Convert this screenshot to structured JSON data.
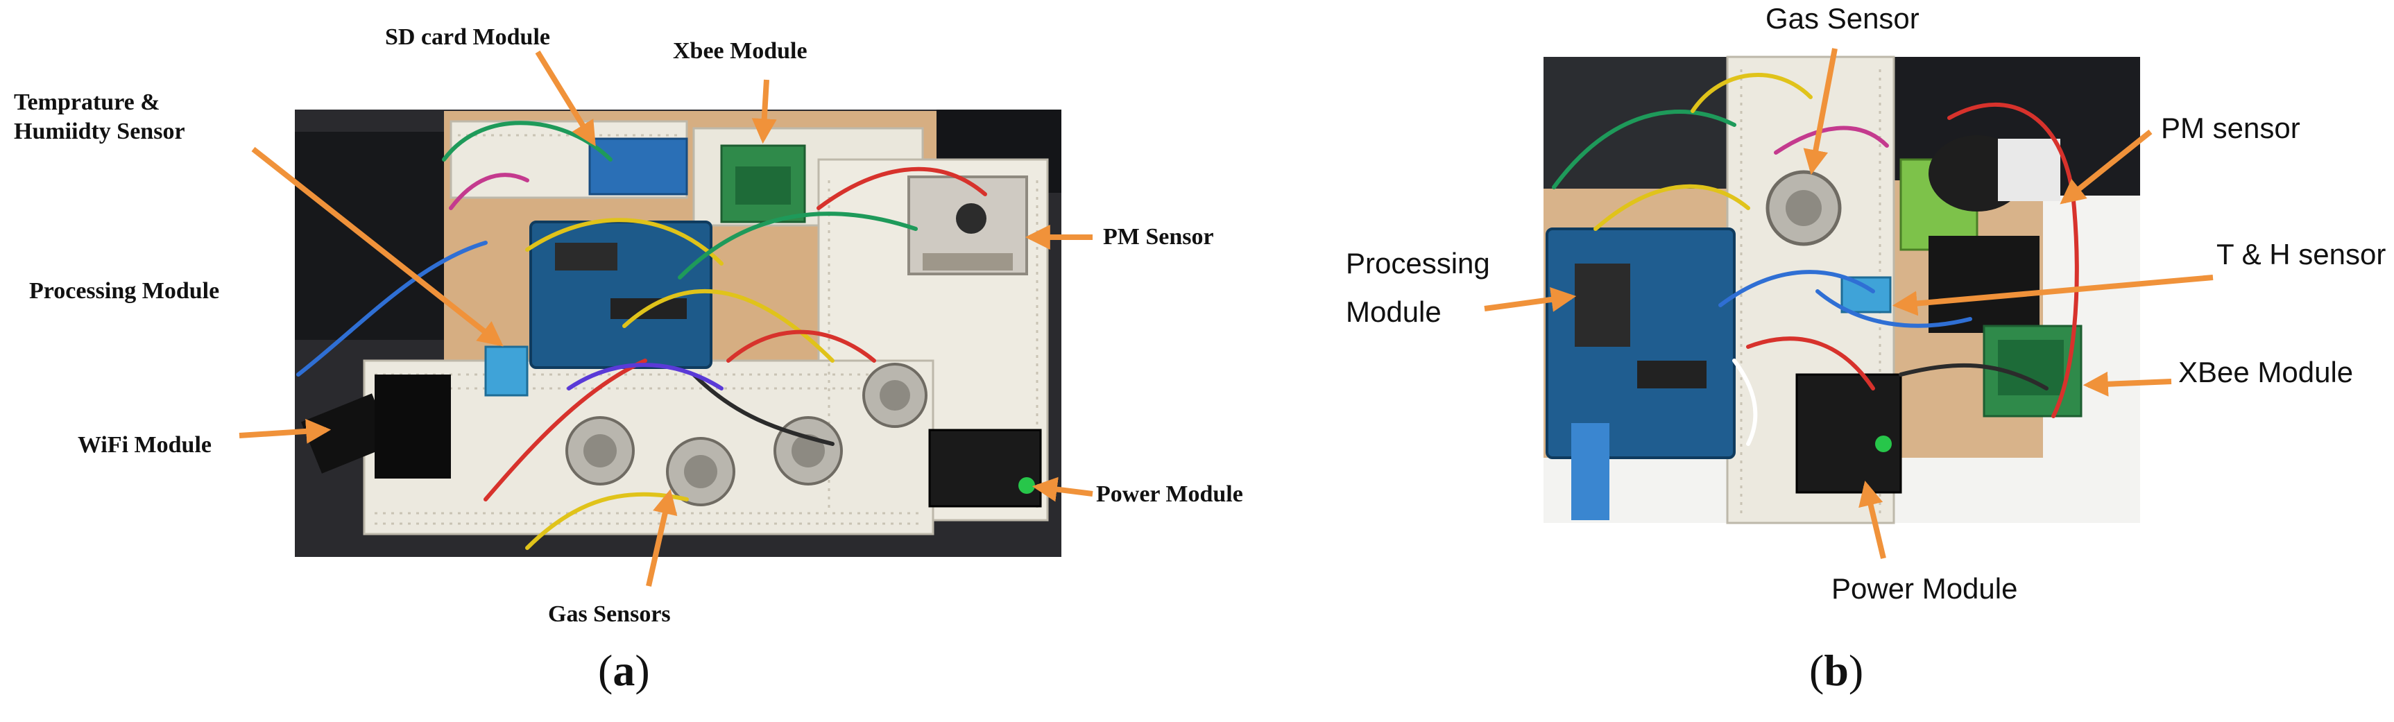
{
  "panel_a": {
    "labels": {
      "sd_card": "SD card Module",
      "xbee": "Xbee Module",
      "temp_humidity_line1": "Temprature &",
      "temp_humidity_line2": "Humiidty Sensor",
      "processing": "Processing Module",
      "wifi": "WiFi Module",
      "pm_sensor": "PM Sensor",
      "power": "Power Module",
      "gas_sensors": "Gas Sensors"
    },
    "caption_open": "(",
    "caption_letter": "a",
    "caption_close": ")"
  },
  "panel_b": {
    "labels": {
      "gas_sensor": "Gas Sensor",
      "pm_sensor": "PM sensor",
      "processing_line1": "Processing",
      "processing_line2": "Module",
      "th_sensor": "T & H sensor",
      "xbee": "XBee Module",
      "power": "Power Module"
    },
    "caption_open": "(",
    "caption_letter": "b",
    "caption_close": ")"
  },
  "colors": {
    "arrow": "#f0923a",
    "breadboard": "#ece9df",
    "wood": "#d8b38a",
    "dark_surface": "#1d1f24"
  }
}
